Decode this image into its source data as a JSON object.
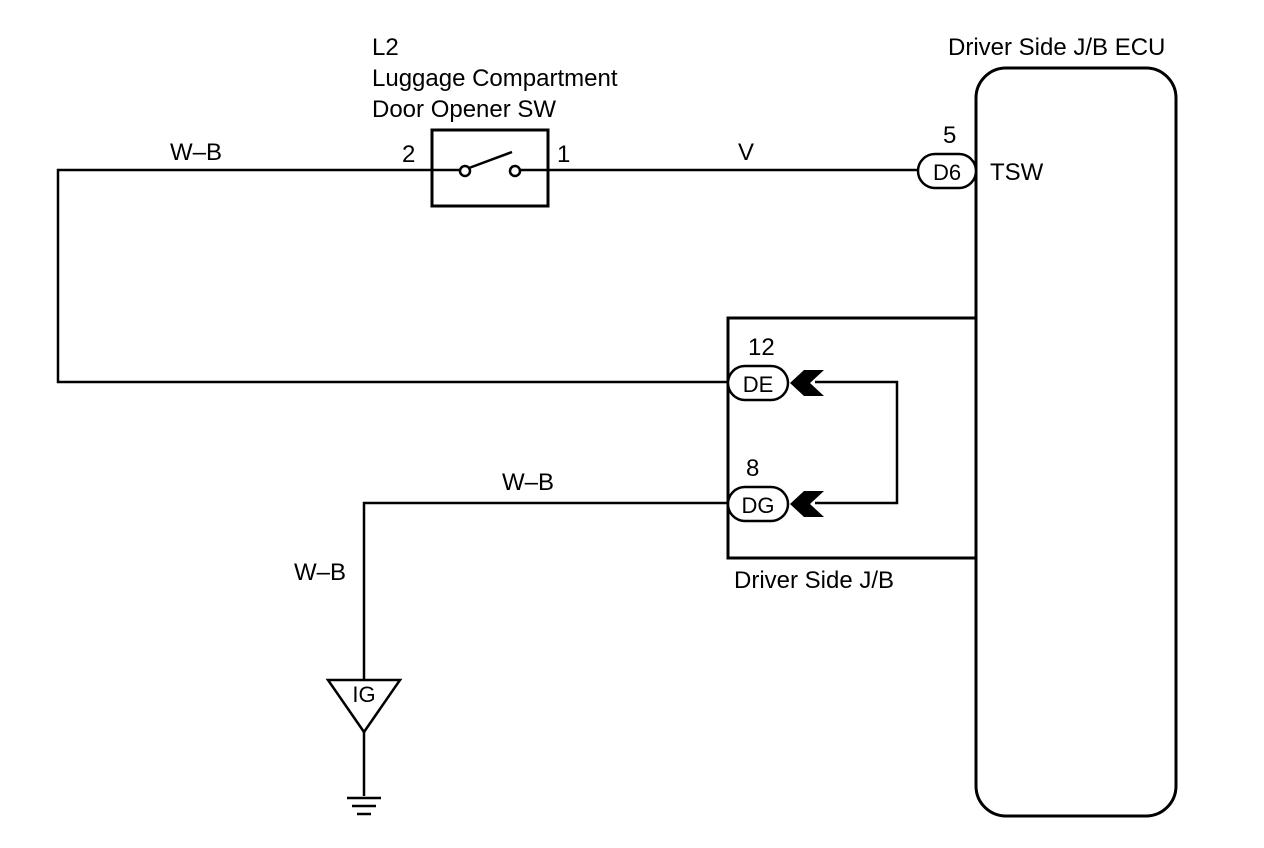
{
  "switch": {
    "ref": "L2",
    "name_line1": "Luggage Compartment",
    "name_line2": "Door Opener SW",
    "pin_left": "2",
    "pin_right": "1"
  },
  "ecu": {
    "title": "Driver Side J/B ECU",
    "pin_number": "5",
    "connector": "D6",
    "terminal": "TSW"
  },
  "junction_block": {
    "title": "Driver Side J/B",
    "connector_de": {
      "pin": "12",
      "code": "DE"
    },
    "connector_dg": {
      "pin": "8",
      "code": "DG"
    }
  },
  "wires": {
    "top_left": "W–B",
    "top_right": "V",
    "ground_horizontal": "W–B",
    "ground_vertical": "W–B"
  },
  "ground": {
    "label": "IG"
  }
}
